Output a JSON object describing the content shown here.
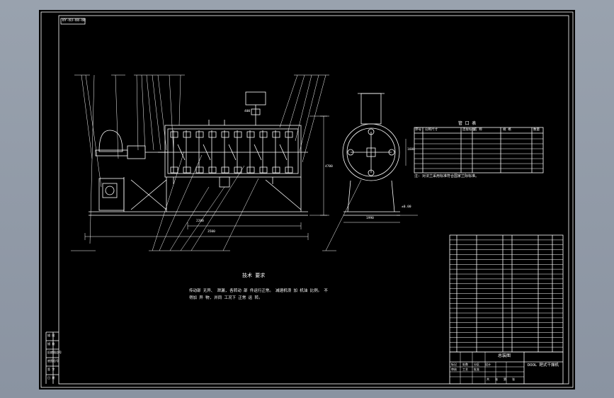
{
  "drawing": {
    "stamp": "BY-B3-B8-BE",
    "notes_title": "技术 要求",
    "notes_line1": "传动部 无异、 泄漏, 各转动 部 件运行正常。 减速机须 加 机油 比例。 不",
    "notes_line2": "得加 异 物, 并同 工况下 正常 运 转。",
    "nozzle_table_title": "管 口 表",
    "nozzle_table_headers": [
      "序号",
      "公称尺寸",
      "连接标准",
      "名  称",
      "规  格",
      "数量"
    ],
    "nozzle_note": "注: 对法兰采用标准符合国家兰际标准。",
    "dims": {
      "d1": "2200",
      "d2": "3500",
      "d3": "4700",
      "d4": "1990",
      "d5": "1600",
      "d6": "400",
      "d7": "±0.00"
    },
    "title_block": {
      "drawing_name": "总装图",
      "product_name": "DOOL 耙式干燥机",
      "small_labels": [
        "标记",
        "处数",
        "分区",
        "设计",
        "审核",
        "工艺",
        "批准"
      ],
      "ratio_labels": [
        "共",
        "张",
        "第",
        "张"
      ]
    },
    "left_strip": [
      "描 图",
      "描 校",
      "旧底图总号",
      "底图总号",
      "签 字",
      "日 期"
    ]
  }
}
